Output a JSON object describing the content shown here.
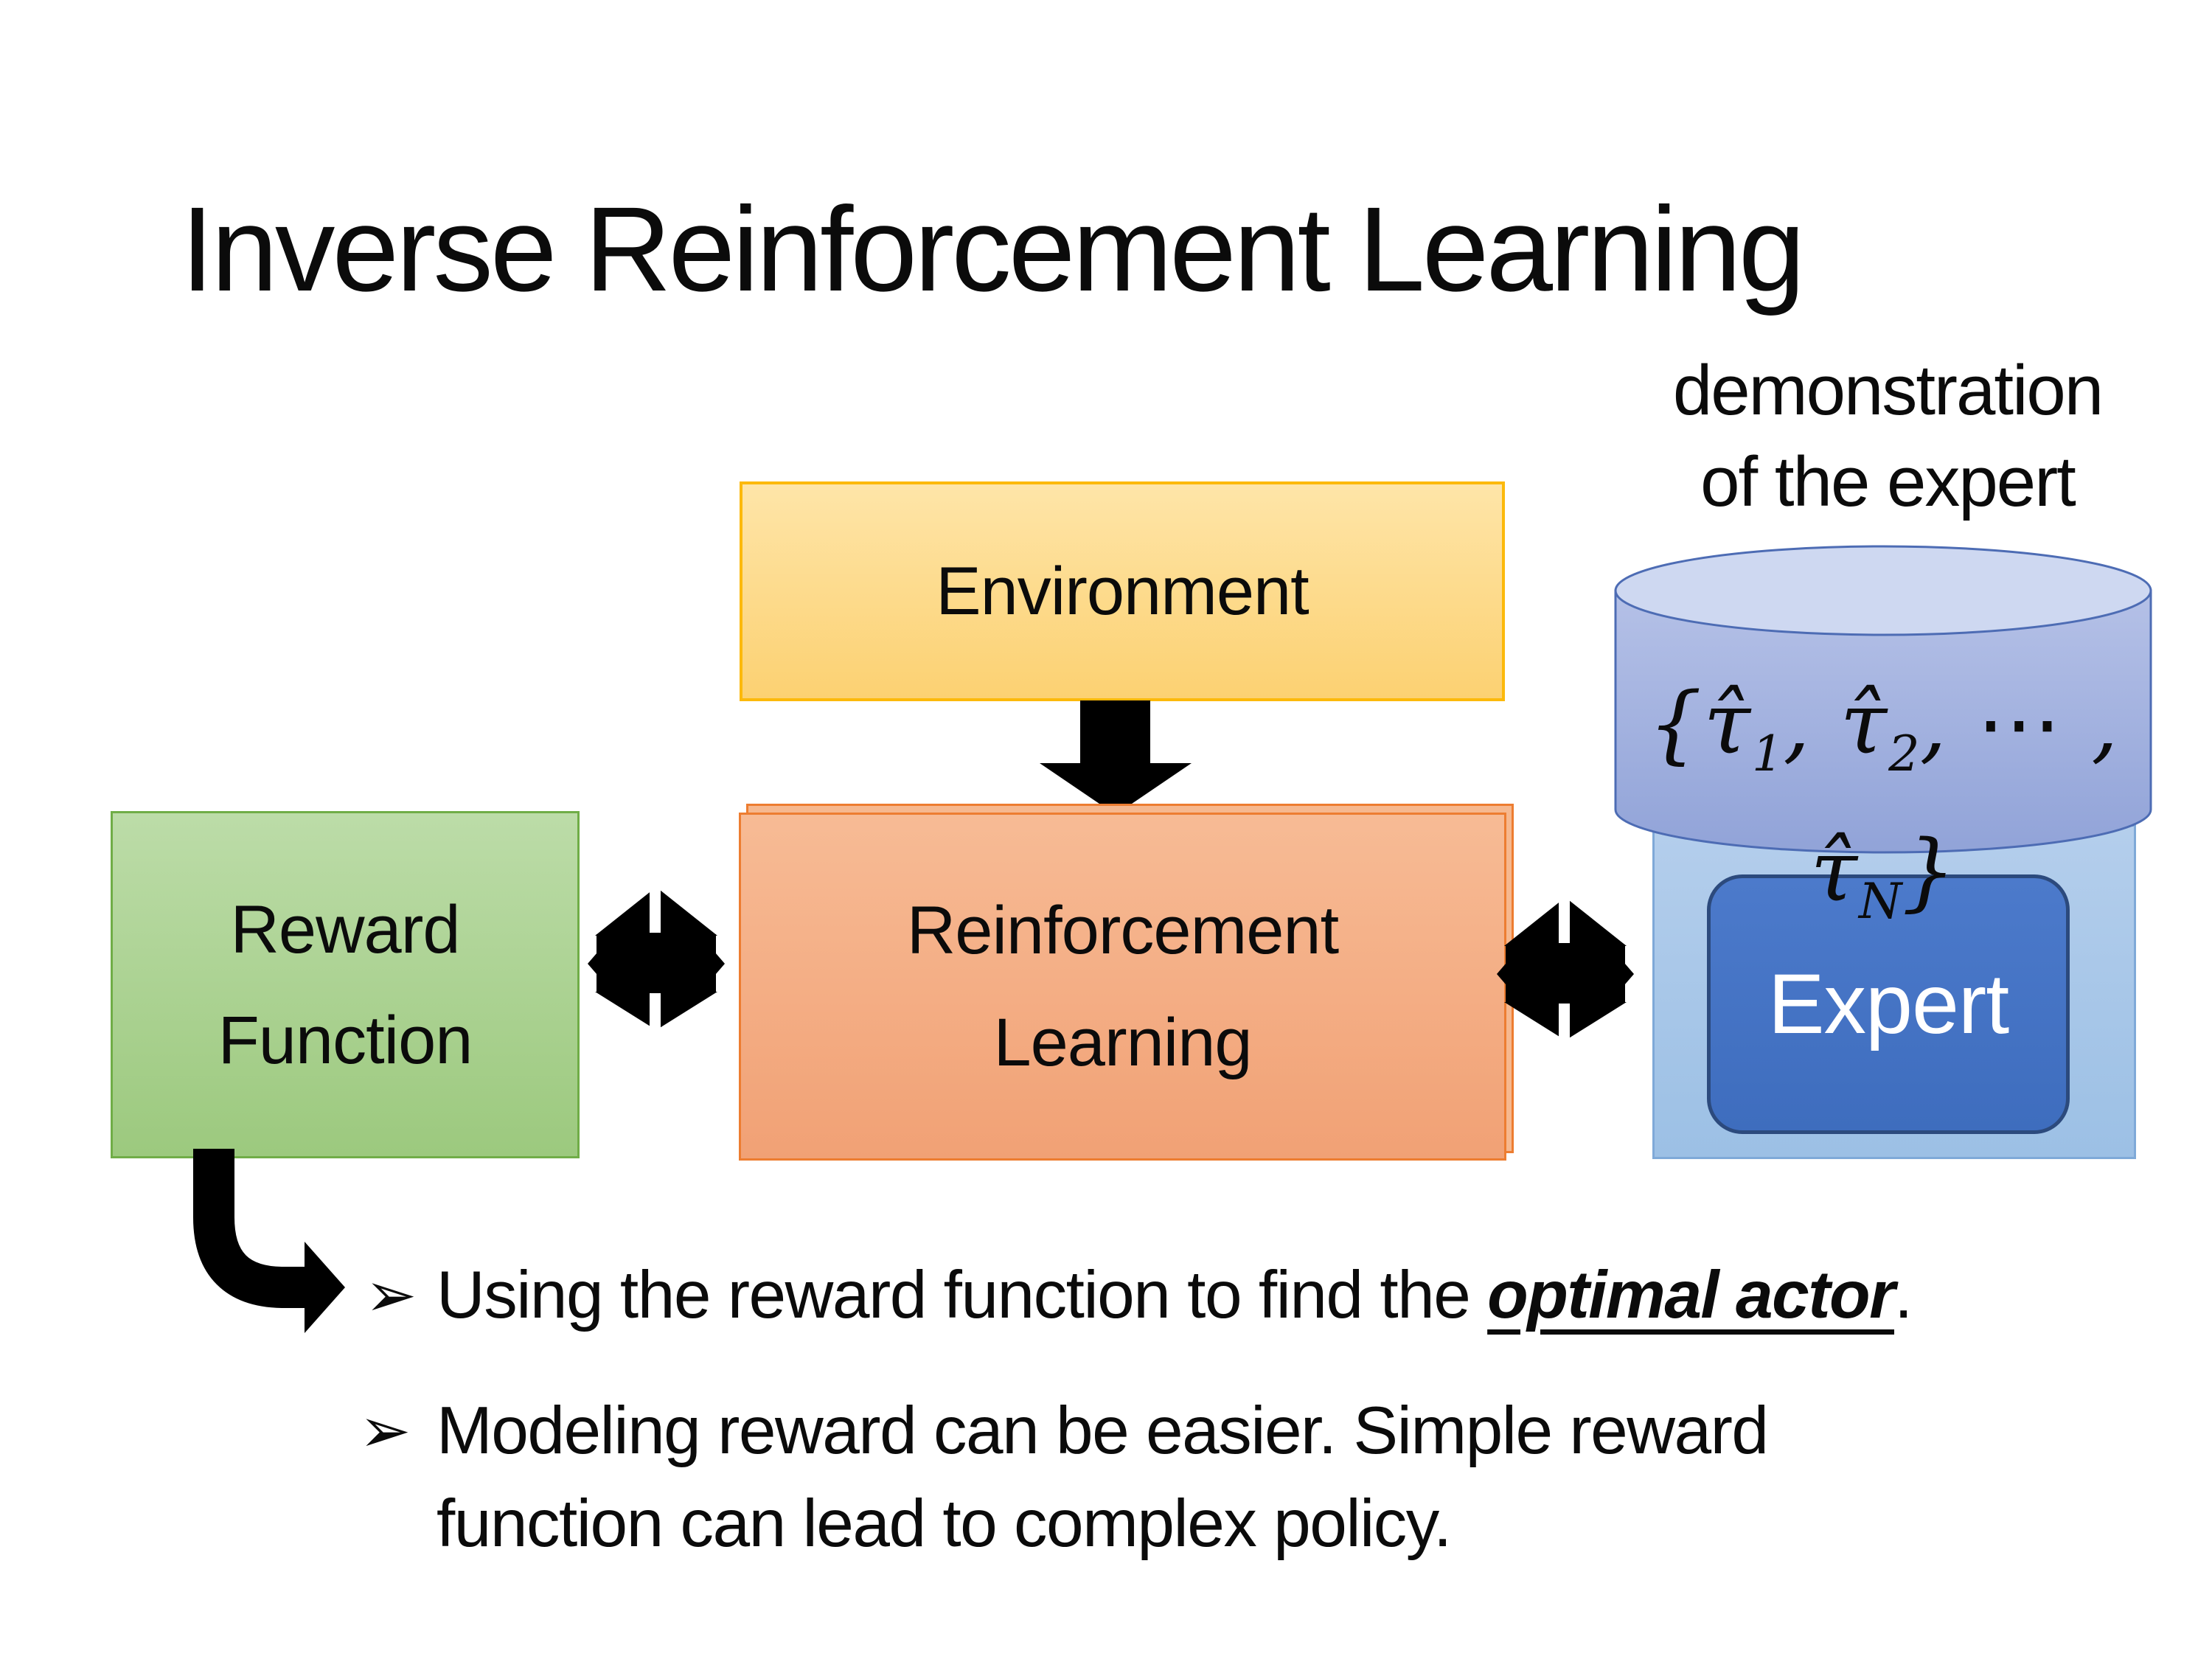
{
  "slide": {
    "title": "Inverse Reinforcement Learning",
    "demo_label_line1": "demonstration",
    "demo_label_line2": "of the expert",
    "environment_label": "Environment",
    "reward_line1": "Reward",
    "reward_line2": "Function",
    "rl_line1": "Reinforcement",
    "rl_line2": "Learning",
    "expert_label": "Expert",
    "formula": {
      "parts": [
        "{",
        "τ̂",
        "1",
        ", ",
        "τ̂",
        "2",
        ", ⋯ , ",
        "τ̂",
        "N",
        "}"
      ]
    },
    "bullets": {
      "marker": "➢",
      "item1_pre": "Using the reward function to find the ",
      "item1_emphasis": "optimal actor",
      "item1_post": ".",
      "item2_line1": "Modeling reward can be easier. Simple reward",
      "item2_line2": "function can lead to complex policy."
    },
    "colors": {
      "environment_border": "#FFC000",
      "environment_fill": "#FCD172",
      "reward_border": "#70AD47",
      "reward_fill": "#A9D18E",
      "rl_border": "#ED7D31",
      "rl_fill": "#F4B183",
      "expert_box_fill": "#4472C4",
      "expert_box_border": "#2C4A7D",
      "expert_container_fill": "#9DC3E6",
      "cylinder_fill": "#8FAADC",
      "cylinder_border": "#4D6CB4",
      "arrow_color": "#000000",
      "text_color": "#0B0B0B"
    }
  }
}
